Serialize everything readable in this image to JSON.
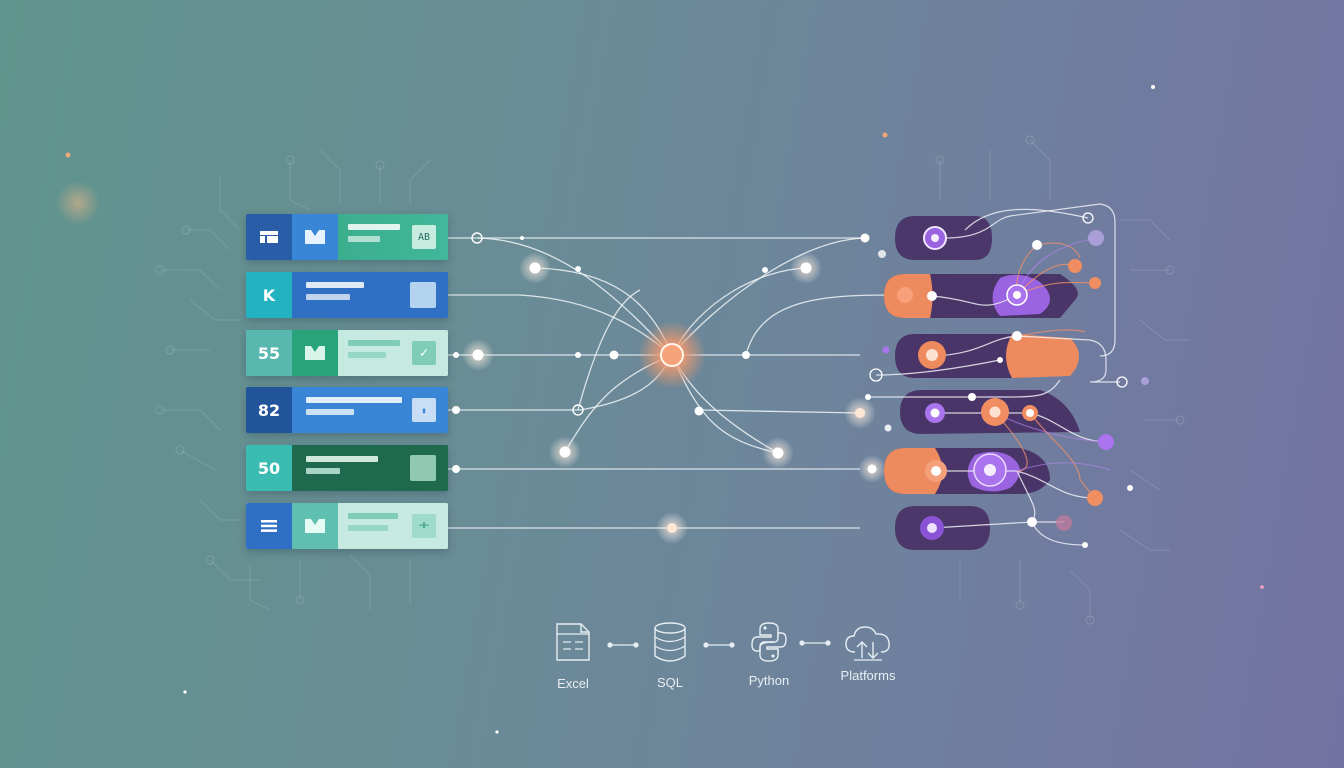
{
  "colors": {
    "row_blue": "#2f6fc4",
    "row_teal": "#3fb6a8",
    "row_green": "#34a47a",
    "node_orange": "#ef8a5c",
    "node_purple": "#9a63e0",
    "capsule_dark": "#4a3568",
    "line": "#e8f0f4"
  },
  "rows": [
    {
      "badge": "",
      "badge_icon": "table-icon",
      "chip": "AB"
    },
    {
      "badge": "K",
      "badge_icon": "",
      "chip": ""
    },
    {
      "badge": "55",
      "badge_icon": "",
      "chip": "✓"
    },
    {
      "badge": "82",
      "badge_icon": "",
      "chip": "▮"
    },
    {
      "badge": "50",
      "badge_icon": "",
      "chip": ""
    },
    {
      "badge": "",
      "badge_icon": "menu-icon",
      "chip": "⊣⊢"
    }
  ],
  "pipeline": {
    "tools": [
      {
        "label": "Excel",
        "icon": "spreadsheet-icon"
      },
      {
        "label": "SQL",
        "icon": "database-icon"
      },
      {
        "label": "Python",
        "icon": "python-icon"
      },
      {
        "label": "Platforms",
        "icon": "cloud-icon"
      }
    ]
  }
}
